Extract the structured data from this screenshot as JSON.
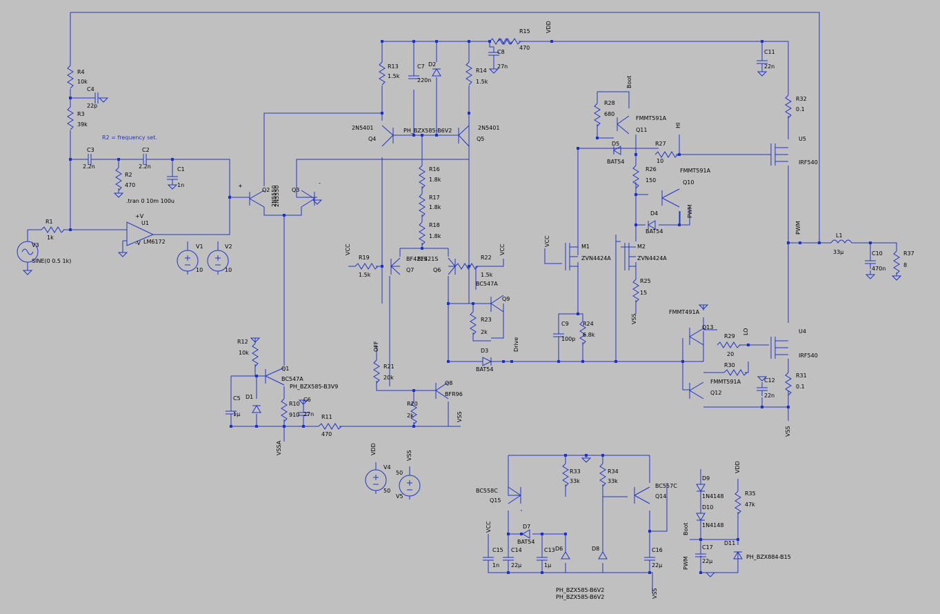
{
  "labels": [
    [
      "R4",
      112,
      107
    ],
    [
      "10k",
      112,
      121
    ],
    [
      "C4",
      126,
      132
    ],
    [
      "22p",
      126,
      156
    ],
    [
      "R3",
      112,
      168
    ],
    [
      "39k",
      112,
      183
    ],
    [
      "R2 = frequency set.",
      148,
      202,
      "blue"
    ],
    [
      "C3",
      126,
      220
    ],
    [
      "2.2n",
      120,
      244
    ],
    [
      "C2",
      206,
      220
    ],
    [
      "2.2n",
      201,
      244
    ],
    [
      "R2",
      181,
      256
    ],
    [
      "470",
      181,
      271
    ],
    [
      "C1",
      257,
      248
    ],
    [
      "1n",
      257,
      271
    ],
    [
      ".tran 0 10m 100u",
      183,
      294
    ],
    [
      "R1",
      66,
      324
    ],
    [
      "1k",
      68,
      347
    ],
    [
      "V3",
      46,
      358
    ],
    [
      "SINE(0 0.5 1k)",
      46,
      381
    ],
    [
      "U1",
      205,
      326
    ],
    [
      "LM6172",
      208,
      353
    ],
    [
      "+V",
      196,
      316
    ],
    [
      "-V",
      196,
      355
    ],
    [
      "V1",
      284,
      360
    ],
    [
      "10",
      284,
      394
    ],
    [
      "V2",
      326,
      360
    ],
    [
      "10",
      326,
      394
    ],
    [
      "+",
      345,
      272
    ],
    [
      "-",
      462,
      268
    ],
    [
      "Q2",
      380,
      278
    ],
    [
      "2N5550",
      400,
      300,
      "rot"
    ],
    [
      "Q3",
      423,
      278
    ],
    [
      "2N5550",
      404,
      300,
      "rot"
    ],
    [
      "R13",
      562,
      99
    ],
    [
      "1.5k",
      562,
      113
    ],
    [
      "C7",
      605,
      99
    ],
    [
      "220n",
      605,
      119
    ],
    [
      "D2",
      621,
      96
    ],
    [
      "R14",
      690,
      105
    ],
    [
      "1.5k",
      690,
      121
    ],
    [
      "C8",
      721,
      78
    ],
    [
      "27n",
      721,
      99
    ],
    [
      "R15",
      753,
      48
    ],
    [
      "470",
      753,
      72
    ],
    [
      "VDD",
      798,
      48,
      "rot"
    ],
    [
      "C11",
      1108,
      78
    ],
    [
      "22n",
      1108,
      99
    ],
    [
      "2N5401",
      510,
      188
    ],
    [
      "Q4",
      534,
      204
    ],
    [
      "PH_BZX585-B6V2",
      585,
      192
    ],
    [
      "2N5401",
      693,
      188
    ],
    [
      "Q5",
      691,
      204
    ],
    [
      "R16",
      622,
      248
    ],
    [
      "1.8k",
      622,
      263
    ],
    [
      "R17",
      622,
      289
    ],
    [
      "1.8k",
      622,
      303
    ],
    [
      "R18",
      622,
      329
    ],
    [
      "1.8k",
      622,
      345
    ],
    [
      "VCC",
      507,
      370,
      "rot"
    ],
    [
      "R19",
      520,
      376
    ],
    [
      "1.5k",
      520,
      401
    ],
    [
      "BF421S",
      589,
      378
    ],
    [
      "Q7",
      589,
      394
    ],
    [
      "BF421S",
      605,
      378
    ],
    [
      "Q6",
      628,
      394
    ],
    [
      "R22",
      697,
      376
    ],
    [
      "1.5k",
      697,
      401
    ],
    [
      "VCC",
      731,
      370,
      "rot"
    ],
    [
      "BC547A",
      690,
      414
    ],
    [
      "Q9",
      728,
      436
    ],
    [
      "R23",
      697,
      466
    ],
    [
      "2k",
      697,
      484
    ],
    [
      "Drive",
      751,
      510,
      "rot"
    ],
    [
      "D3",
      697,
      511
    ],
    [
      "BAT54",
      690,
      538
    ],
    [
      "OFF",
      548,
      510,
      "rot"
    ],
    [
      "R21",
      556,
      534
    ],
    [
      "20k",
      556,
      550
    ],
    [
      "Q8",
      645,
      558
    ],
    [
      "BFR96",
      645,
      574
    ],
    [
      "R20",
      590,
      588
    ],
    [
      "2k",
      590,
      605
    ],
    [
      "VSS",
      669,
      612,
      "rot"
    ],
    [
      "R12",
      344,
      498
    ],
    [
      "10k",
      346,
      514
    ],
    [
      "Q1",
      408,
      537
    ],
    [
      "BC547A",
      408,
      552
    ],
    [
      "PH_BZX585-B3V9",
      420,
      563
    ],
    [
      "D1",
      356,
      578
    ],
    [
      "C5",
      338,
      580
    ],
    [
      "1µ",
      338,
      603
    ],
    [
      "R10",
      419,
      588
    ],
    [
      "910",
      419,
      604
    ],
    [
      "C6",
      440,
      582
    ],
    [
      "27n",
      440,
      603
    ],
    [
      "R11",
      466,
      607
    ],
    [
      "470",
      466,
      632
    ],
    [
      "VSSA",
      407,
      660,
      "rot"
    ],
    [
      "V4",
      556,
      680
    ],
    [
      "50",
      556,
      714
    ],
    [
      "VDD",
      544,
      660,
      "rot"
    ],
    [
      "VSS",
      596,
      668,
      "rot"
    ],
    [
      "50",
      574,
      688
    ],
    [
      "V5",
      574,
      722
    ],
    [
      "Boot",
      915,
      128,
      "rot"
    ],
    [
      "R28",
      876,
      152
    ],
    [
      "680",
      876,
      168
    ],
    [
      "FMMT591A",
      922,
      174
    ],
    [
      "Q11",
      922,
      191
    ],
    [
      "HI",
      986,
      186,
      "rot"
    ],
    [
      "D5",
      887,
      211
    ],
    [
      "BAT54",
      880,
      237
    ],
    [
      "R27",
      950,
      211
    ],
    [
      "10",
      952,
      236
    ],
    [
      "R26",
      936,
      248
    ],
    [
      "150",
      936,
      264
    ],
    [
      "FMMT591A",
      986,
      250
    ],
    [
      "Q10",
      990,
      267
    ],
    [
      "PWM",
      1003,
      316,
      "rot"
    ],
    [
      "D4",
      943,
      312
    ],
    [
      "BAT54",
      936,
      338
    ],
    [
      "VCC",
      796,
      358,
      "rot"
    ],
    [
      "M1",
      843,
      360
    ],
    [
      "ZVN4424A",
      843,
      377
    ],
    [
      "M2",
      924,
      360
    ],
    [
      "ZVN4424A",
      924,
      377
    ],
    [
      "R25",
      928,
      410
    ],
    [
      "15",
      928,
      427
    ],
    [
      "VSS",
      922,
      470,
      "rot"
    ],
    [
      "C9",
      814,
      472
    ],
    [
      "100p",
      814,
      494
    ],
    [
      "R24",
      845,
      472
    ],
    [
      "6.8k",
      845,
      488
    ],
    [
      "U5",
      1158,
      204
    ],
    [
      "IRF540",
      1158,
      238
    ],
    [
      "R32",
      1154,
      146
    ],
    [
      "0.1",
      1154,
      161
    ],
    [
      "PWM",
      1160,
      340,
      "rot"
    ],
    [
      "L1",
      1212,
      344
    ],
    [
      "33µ",
      1208,
      368
    ],
    [
      "C10",
      1264,
      370
    ],
    [
      "470n",
      1264,
      392
    ],
    [
      "R37",
      1310,
      370
    ],
    [
      "8",
      1310,
      387
    ],
    [
      "FMMT491A",
      970,
      455
    ],
    [
      "Q13",
      1018,
      477
    ],
    [
      "LO",
      1084,
      486,
      "rot"
    ],
    [
      "R29",
      1050,
      490
    ],
    [
      "20",
      1054,
      516
    ],
    [
      "U4",
      1158,
      483
    ],
    [
      "IRF540",
      1158,
      518
    ],
    [
      "R30",
      1050,
      532
    ],
    [
      "FMMT591A",
      1030,
      556
    ],
    [
      "Q12",
      1030,
      572
    ],
    [
      "C12",
      1108,
      554
    ],
    [
      "22n",
      1108,
      576
    ],
    [
      "R31",
      1154,
      547
    ],
    [
      "0.1",
      1154,
      563
    ],
    [
      "VSS",
      1145,
      633,
      "rot"
    ],
    [
      "R33",
      826,
      686
    ],
    [
      "33k",
      826,
      700
    ],
    [
      "R34",
      881,
      686
    ],
    [
      "33k",
      881,
      700
    ],
    [
      "BC558C",
      690,
      714
    ],
    [
      "Q15",
      710,
      728
    ],
    [
      "BC557C",
      950,
      707
    ],
    [
      "Q14",
      950,
      722
    ],
    [
      "VCC",
      711,
      772,
      "rot"
    ],
    [
      "D7",
      758,
      766
    ],
    [
      "BAT54",
      750,
      788
    ],
    [
      "C15",
      714,
      800
    ],
    [
      "1n",
      714,
      822
    ],
    [
      "C14",
      741,
      800
    ],
    [
      "22µ",
      741,
      822
    ],
    [
      "C13",
      789,
      800
    ],
    [
      "1µ",
      789,
      822
    ],
    [
      "D6",
      805,
      798
    ],
    [
      "D8",
      858,
      798
    ],
    [
      "C16",
      945,
      800
    ],
    [
      "22µ",
      945,
      822
    ],
    [
      "PH_BZX585-B6V2",
      806,
      858
    ],
    [
      "PH_BZX585-B6V2",
      806,
      868
    ],
    [
      "VSS",
      952,
      868,
      "rot"
    ],
    [
      "D9",
      1018,
      696
    ],
    [
      "1N4148",
      1018,
      722
    ],
    [
      "D10",
      1018,
      738
    ],
    [
      "1N4148",
      1018,
      764
    ],
    [
      "Boot",
      997,
      776,
      "rot"
    ],
    [
      "C17",
      1018,
      796
    ],
    [
      "22µ",
      1018,
      816
    ],
    [
      "PWM",
      997,
      826,
      "rot"
    ],
    [
      "D11",
      1050,
      790
    ],
    [
      "PH_BZX884-B15",
      1082,
      810
    ],
    [
      "VDD",
      1072,
      686,
      "rot"
    ],
    [
      "R35",
      1080,
      718
    ],
    [
      "47k",
      1080,
      734
    ]
  ]
}
